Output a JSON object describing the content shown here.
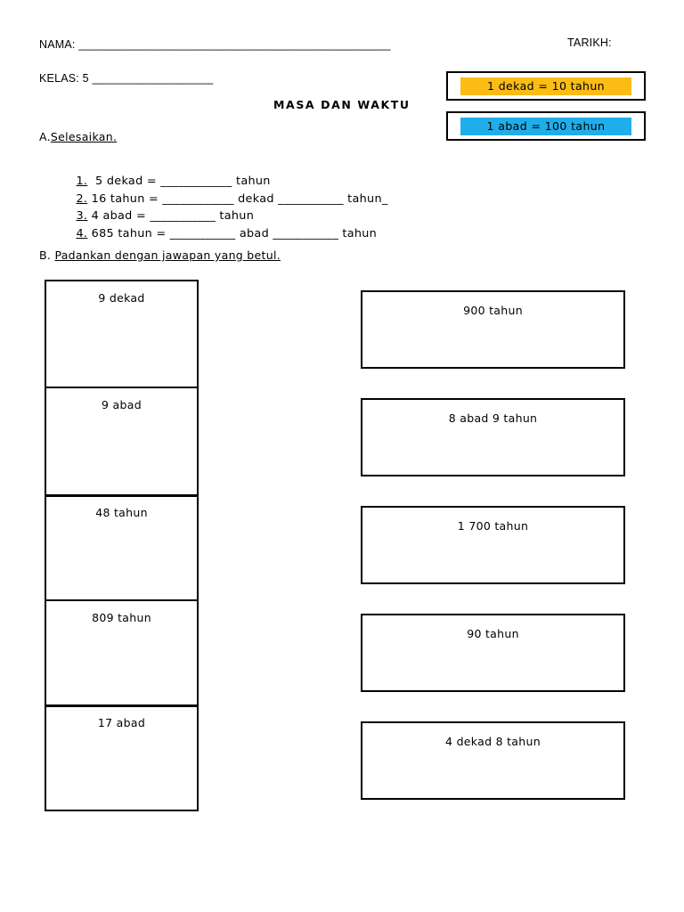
{
  "header": {
    "nama_label": "NAMA: _________________________________________________",
    "kelas_label": "KELAS: 5 ___________________",
    "tarikh_label": "TARIKH:",
    "title": "MASA DAN WAKTU"
  },
  "formulas": [
    {
      "text": "1 dekad = 10 tahun",
      "color": "#FBBC16"
    },
    {
      "text": "1 abad = 100 tahun",
      "color": "#20AEEA"
    }
  ],
  "section_a": {
    "letter": "A.",
    "heading": "Selesaikan.",
    "questions": [
      {
        "number": "1.",
        "text": "  5 dekad = ____________ tahun"
      },
      {
        "number": "2.",
        "text": " 16 tahun = ____________ dekad ___________ tahun_"
      },
      {
        "number": "3.",
        "text": " 4 abad = ___________ tahun"
      },
      {
        "number": "4.",
        "text": " 685 tahun = ___________ abad ___________ tahun"
      }
    ]
  },
  "section_b": {
    "letter": "B.",
    "heading": "Padankan dengan jawapan yang betul.",
    "left_items": [
      {
        "label": "9 dekad",
        "height": 122
      },
      {
        "label": "9 abad",
        "height": 124
      },
      {
        "label": "48 tahun",
        "height": 120
      },
      {
        "label": "809 tahun",
        "height": 121
      },
      {
        "label": "17 abad",
        "height": 120
      }
    ],
    "right_items": [
      {
        "label": "900 tahun"
      },
      {
        "label": "8 abad 9 tahun"
      },
      {
        "label": "1 700 tahun"
      },
      {
        "label": "90 tahun"
      },
      {
        "label": "4 dekad 8 tahun"
      }
    ]
  }
}
